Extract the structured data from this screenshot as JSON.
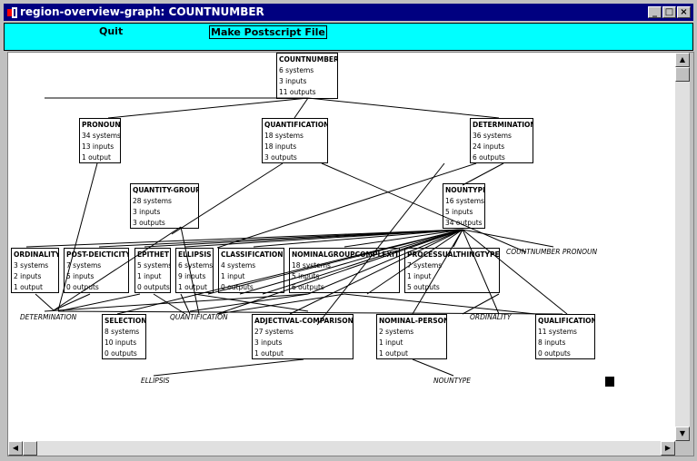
{
  "window": {
    "title": "region-overview-graph: COUNTNUMBER"
  },
  "menu": {
    "quit": "Quit",
    "postscript": "Make Postscript File"
  },
  "nodes": [
    {
      "id": "countnumber",
      "title": "COUNTNUMBER",
      "lines": [
        "6 systems",
        "3 inputs",
        "11 outputs"
      ]
    },
    {
      "id": "pronoun",
      "title": "PRONOUN",
      "lines": [
        "34 systems",
        "13 inputs",
        "1 output"
      ]
    },
    {
      "id": "quantification",
      "title": "QUANTIFICATION",
      "lines": [
        "18 systems",
        "18 inputs",
        "3 outputs"
      ]
    },
    {
      "id": "determination",
      "title": "DETERMINATION",
      "lines": [
        "36 systems",
        "24 inputs",
        "6 outputs"
      ]
    },
    {
      "id": "quantity-group",
      "title": "QUANTITY-GROUP",
      "lines": [
        "28 systems",
        "3 inputs",
        "3 outputs"
      ]
    },
    {
      "id": "nountype",
      "title": "NOUNTYPE",
      "lines": [
        "16 systems",
        "5 inputs",
        "34 outputs"
      ]
    },
    {
      "id": "ordinality",
      "title": "ORDINALITY",
      "lines": [
        "3 systems",
        "2 inputs",
        "1 output"
      ]
    },
    {
      "id": "post-deicticity",
      "title": "POST-DEICTICITY",
      "lines": [
        "7 systems",
        "5 inputs",
        "0 outputs"
      ]
    },
    {
      "id": "epithet",
      "title": "EPITHET",
      "lines": [
        "5 systems",
        "1 input",
        "0 outputs"
      ]
    },
    {
      "id": "ellipsis",
      "title": "ELLIPSIS",
      "lines": [
        "6 systems",
        "9 inputs",
        "1 output"
      ]
    },
    {
      "id": "classification",
      "title": "CLASSIFICATION",
      "lines": [
        "4 systems",
        "1 input",
        "0 outputs"
      ]
    },
    {
      "id": "nominalgroupcomplexity",
      "title": "NOMINALGROUPCOMPLEXITY",
      "lines": [
        "18 systems",
        "5 inputs",
        "6 outputs"
      ]
    },
    {
      "id": "processualthingtype",
      "title": "PROCESSUALTHINGTYPE",
      "lines": [
        "7 systems",
        "1 input",
        "5 outputs"
      ]
    },
    {
      "id": "selection",
      "title": "SELECTION",
      "lines": [
        "8 systems",
        "10 inputs",
        "0 outputs"
      ]
    },
    {
      "id": "adjectival-comparison",
      "title": "ADJECTIVAL-COMPARISON",
      "lines": [
        "27 systems",
        "3 inputs",
        "1 output"
      ]
    },
    {
      "id": "nominal-person",
      "title": "NOMINAL-PERSON",
      "lines": [
        "2 systems",
        "1 input",
        "1 output"
      ]
    },
    {
      "id": "qualification",
      "title": "QUALIFICATION",
      "lines": [
        "11 systems",
        "8 inputs",
        "0 outputs"
      ]
    }
  ],
  "labels": [
    {
      "id": "lbl-countnumber-pronoun",
      "text": "COUNTNUMBER  PRONOUN"
    },
    {
      "id": "lbl-determination",
      "text": "DETERMINATION"
    },
    {
      "id": "lbl-quantification",
      "text": "QUANTIFICATION"
    },
    {
      "id": "lbl-ordinality",
      "text": "ORDINALITY"
    },
    {
      "id": "lbl-ellipsis",
      "text": "ELLIPSIS"
    },
    {
      "id": "lbl-nountype",
      "text": "NOUNTYPE"
    }
  ]
}
